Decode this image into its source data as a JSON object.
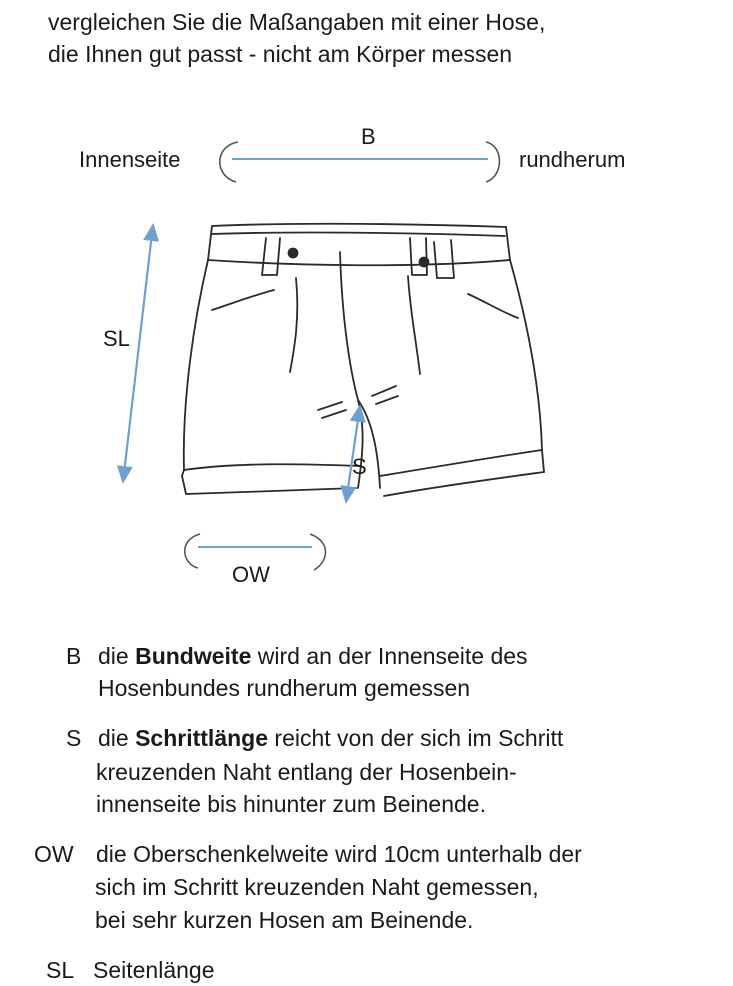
{
  "intro": {
    "line1": "vergleichen Sie die Maßangaben mit einer Hose,",
    "line2": "die Ihnen gut passt - nicht am Körper messen"
  },
  "diagram": {
    "label_b": "B",
    "label_innenseite": "Innenseite",
    "label_rundherum": "rundherum",
    "label_sl": "SL",
    "label_s": "S",
    "label_ow": "OW",
    "arrow_color": "#6f9fcf",
    "line_color": "#2a2a2a"
  },
  "legend": {
    "b": {
      "key": "B",
      "pre": "die ",
      "term": "Bundweite",
      "post": " wird an der Innenseite des",
      "line2": "Hosenbundes rundherum gemessen"
    },
    "s": {
      "key": "S",
      "pre": "die ",
      "term": "Schrittlänge",
      "post": " reicht von der sich im Schritt",
      "line2": "kreuzenden Naht entlang der Hosenbein-",
      "line3": "innenseite bis hinunter zum Beinende."
    },
    "ow": {
      "key": "OW",
      "line1": "die Oberschenkelweite wird 10cm unterhalb der",
      "line2": "sich im Schritt kreuzenden Naht gemessen,",
      "line3": "bei sehr kurzen Hosen am Beinende."
    },
    "sl": {
      "key": "SL",
      "line1": "Seitenlänge"
    }
  }
}
